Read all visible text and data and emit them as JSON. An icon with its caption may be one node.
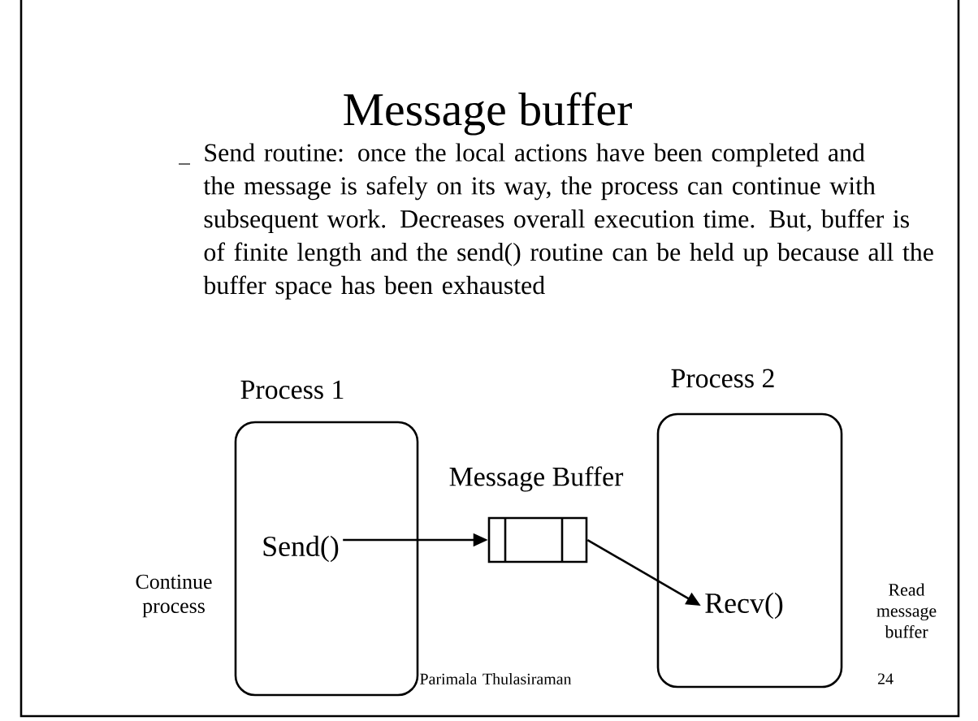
{
  "diagram": {
    "title": "Message buffer",
    "nodes": [
      {
        "text": [
          "Process 1"
        ]
      },
      {
        "text": [
          "Send()"
        ],
        "in": 0
      },
      {
        "text": [
          "Message Buffer"
        ]
      },
      {
        "text": [
          "Process 2"
        ]
      },
      {
        "text": [
          "Recv()"
        ],
        "in": 3
      }
    ],
    "edges": [
      {
        "from": 1,
        "to": 2,
        "arrow": "to"
      },
      {
        "from": 2,
        "to": 4,
        "arrow": "to"
      }
    ],
    "labels": [
      "Send routine: once the local actions have been completed and the message is safely on its way, the process can continue with subsequent work. Decreases overall execution time. But, buffer is of finite length and the send() routine can be held up because all the buffer space has been exhausted",
      "Continue process",
      "Read message buffer",
      "Parimala Thulasiraman",
      "24"
    ]
  }
}
